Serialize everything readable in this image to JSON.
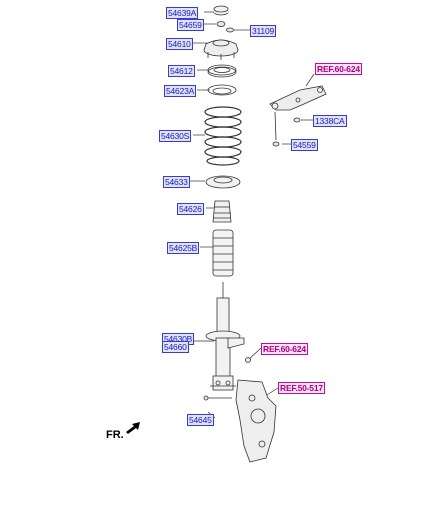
{
  "parts": {
    "p54639A": "54639A",
    "p54659": "54659",
    "p31109": "31109",
    "p54610": "54610",
    "p54612": "54612",
    "p54623A": "54623A",
    "p54630S": "54630S",
    "p54633": "54633",
    "p54626": "54626",
    "p54625B": "54625B",
    "p54630B": "54630B",
    "p54660": "54660",
    "p54645": "54645",
    "p1338CA": "1338CA",
    "p54559": "54559"
  },
  "refs": {
    "ref_top": "REF.60-624",
    "ref_mid": "REF.60-624",
    "ref_low": "REF.50-517"
  },
  "direction_label": "FR.",
  "colors": {
    "part_label": "#1a1ab0",
    "ref_label": "#b0007a",
    "line": "#333333"
  }
}
